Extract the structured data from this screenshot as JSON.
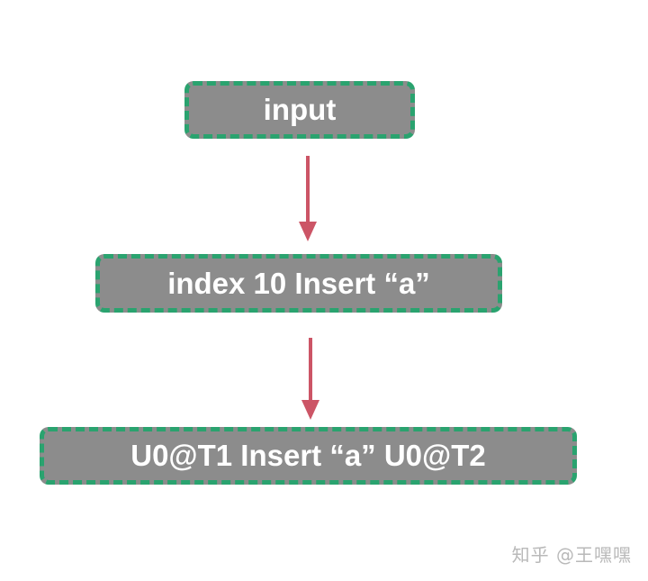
{
  "nodes": {
    "input": "input",
    "index_insert": "index 10 Insert “a”",
    "op_insert": "U0@T1 Insert “a” U0@T2"
  },
  "colors": {
    "node_fill": "#8c8c8c",
    "node_border": "#2aa36f",
    "arrow": "#cc5566",
    "text": "#ffffff"
  },
  "watermark": "知乎 @王嘿嘿"
}
